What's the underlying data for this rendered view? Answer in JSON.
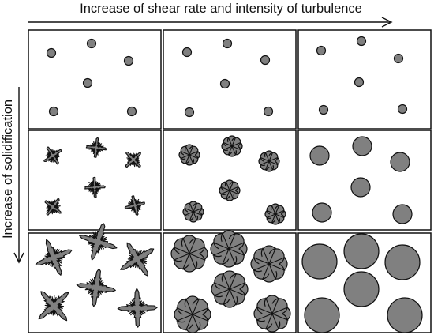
{
  "labels": {
    "horizontal": "Increase of shear rate and intensity of turbulence",
    "vertical": "Increase of solidification"
  },
  "grid": {
    "rows": 3,
    "columns": 3,
    "row_stages": [
      "nucleation",
      "early growth",
      "late growth"
    ],
    "column_morphologies": [
      "dendritic",
      "rosette",
      "spherical"
    ]
  },
  "colors": {
    "grain_fill": "#808080",
    "outline": "#111111",
    "panel_background": "#ffffff"
  }
}
